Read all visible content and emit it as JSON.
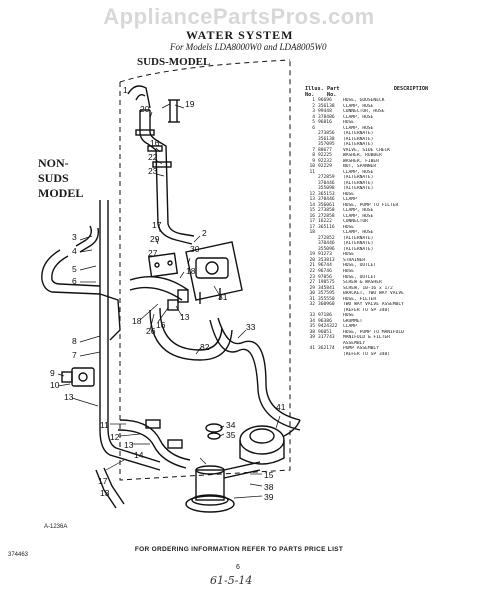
{
  "watermark": "AppliancePartsPros.com",
  "title": "WATER SYSTEM",
  "subtitle": "For Models LDA8000W0 and LDA8005W0",
  "labels": {
    "suds": "SUDS-MODEL",
    "non_suds": "NON-SUDS MODEL"
  },
  "callouts": [
    "1",
    "20",
    "19",
    "16",
    "22",
    "23",
    "17",
    "2",
    "29",
    "27",
    "30",
    "18",
    "26",
    "18",
    "16",
    "13",
    "32",
    "31",
    "33",
    "41",
    "34",
    "35",
    "15",
    "38",
    "39",
    "3",
    "4",
    "5",
    "8",
    "7",
    "6",
    "9",
    "10",
    "13",
    "11",
    "12",
    "13",
    "14",
    "17",
    "13"
  ],
  "table": {
    "headers": [
      "Illus. No.",
      "Part No.",
      "DESCRIPTION"
    ],
    "rows": [
      {
        "no": "1",
        "part": "96696",
        "desc": "HOSE, GOOSENECK"
      },
      {
        "no": "2",
        "part": "356138",
        "desc": "CLAMP, HOSE"
      },
      {
        "no": "3",
        "part": "99448",
        "desc": "CONNECTOR, HOSE"
      },
      {
        "no": "4",
        "part": "378486",
        "desc": "CLAMP, HOSE"
      },
      {
        "no": "5",
        "part": "96816",
        "desc": "HOSE"
      },
      {
        "no": "6",
        "part": "",
        "desc": "CLAMP, HOSE"
      },
      {
        "no": "",
        "part": "273856",
        "desc": "(ALTERNATE)"
      },
      {
        "no": "",
        "part": "356138",
        "desc": "(ALTERNATE)"
      },
      {
        "no": "",
        "part": "357095",
        "desc": "(ALTERNATE)"
      },
      {
        "no": "7",
        "part": "88677",
        "desc": "VALVE, SIDE CHECK"
      },
      {
        "no": "8",
        "part": "92225",
        "desc": "WASHER, RUBBER"
      },
      {
        "no": "9",
        "part": "92232",
        "desc": "WASHER, FIBER"
      },
      {
        "no": "10",
        "part": "92229",
        "desc": "NUT, SPANNER"
      },
      {
        "no": "11",
        "part": "",
        "desc": "CLAMP, HOSE"
      },
      {
        "no": "",
        "part": "272859",
        "desc": "(ALTERNATE)"
      },
      {
        "no": "",
        "part": "370446",
        "desc": "(ALTERNATE)"
      },
      {
        "no": "",
        "part": "355098",
        "desc": "(ALTERNATE)"
      },
      {
        "no": "12",
        "part": "365153",
        "desc": "HOSE"
      },
      {
        "no": "13",
        "part": "370446",
        "desc": "CLAMP"
      },
      {
        "no": "14",
        "part": "356061",
        "desc": "HOSE, PUMP TO FILTER"
      },
      {
        "no": "15",
        "part": "273858",
        "desc": "CLAMP, HOSE"
      },
      {
        "no": "16",
        "part": "272858",
        "desc": "CLAMP, HOSE"
      },
      {
        "no": "17",
        "part": "16222",
        "desc": "CONNECTOR"
      },
      {
        "no": "17",
        "part": "365116",
        "desc": "HOSE"
      },
      {
        "no": "18",
        "part": "",
        "desc": "CLAMP, HOSE"
      },
      {
        "no": "",
        "part": "272852",
        "desc": "(ALTERNATE)"
      },
      {
        "no": "",
        "part": "370446",
        "desc": "(ALTERNATE)"
      },
      {
        "no": "",
        "part": "355096",
        "desc": "(ALTERNATE)"
      },
      {
        "no": "19",
        "part": "91273",
        "desc": "HOSE"
      },
      {
        "no": "20",
        "part": "353813",
        "desc": "STRAINER"
      },
      {
        "no": "21",
        "part": "96744",
        "desc": "HOSE, OUTLET"
      },
      {
        "no": "22",
        "part": "96746",
        "desc": "HOSE"
      },
      {
        "no": "23",
        "part": "97056",
        "desc": "HOSE, OUTLET"
      },
      {
        "no": "27",
        "part": "198575",
        "desc": "SCREW & WASHER"
      },
      {
        "no": "29",
        "part": "345841",
        "desc": "SCREW, 10-16 x 1/2"
      },
      {
        "no": "30",
        "part": "357595",
        "desc": "BRACKET, TWO WAY VALVE"
      },
      {
        "no": "31",
        "part": "355550",
        "desc": "HOSE, FILTER"
      },
      {
        "no": "32",
        "part": "360960",
        "desc": "TWO WAY VALVE ASSEMBLY"
      },
      {
        "no": "",
        "part": "",
        "desc": "(REFER TO SP 340)"
      },
      {
        "no": "33",
        "part": "97186",
        "desc": "HOSE"
      },
      {
        "no": "34",
        "part": "96386",
        "desc": "GROMMET"
      },
      {
        "no": "35",
        "part": "9424322",
        "desc": "CLAMP"
      },
      {
        "no": "38",
        "part": "96051",
        "desc": "HOSE, PUMP TO MANIFOLD"
      },
      {
        "no": "39",
        "part": "317743",
        "desc": "MANIFOLD & FILTER"
      },
      {
        "no": "",
        "part": "",
        "desc": "ASSEMBLY"
      },
      {
        "no": "41",
        "part": "362174",
        "desc": "PUMP ASSEMBLY"
      },
      {
        "no": "",
        "part": "",
        "desc": "(REFER TO SP 340)"
      }
    ]
  },
  "drawing_code": "A-1236A",
  "footer_note": "FOR ORDERING INFORMATION REFER TO PARTS PRICE LIST",
  "doc_number": "374463",
  "page_number": "6",
  "handwritten_note": "61-5-14"
}
